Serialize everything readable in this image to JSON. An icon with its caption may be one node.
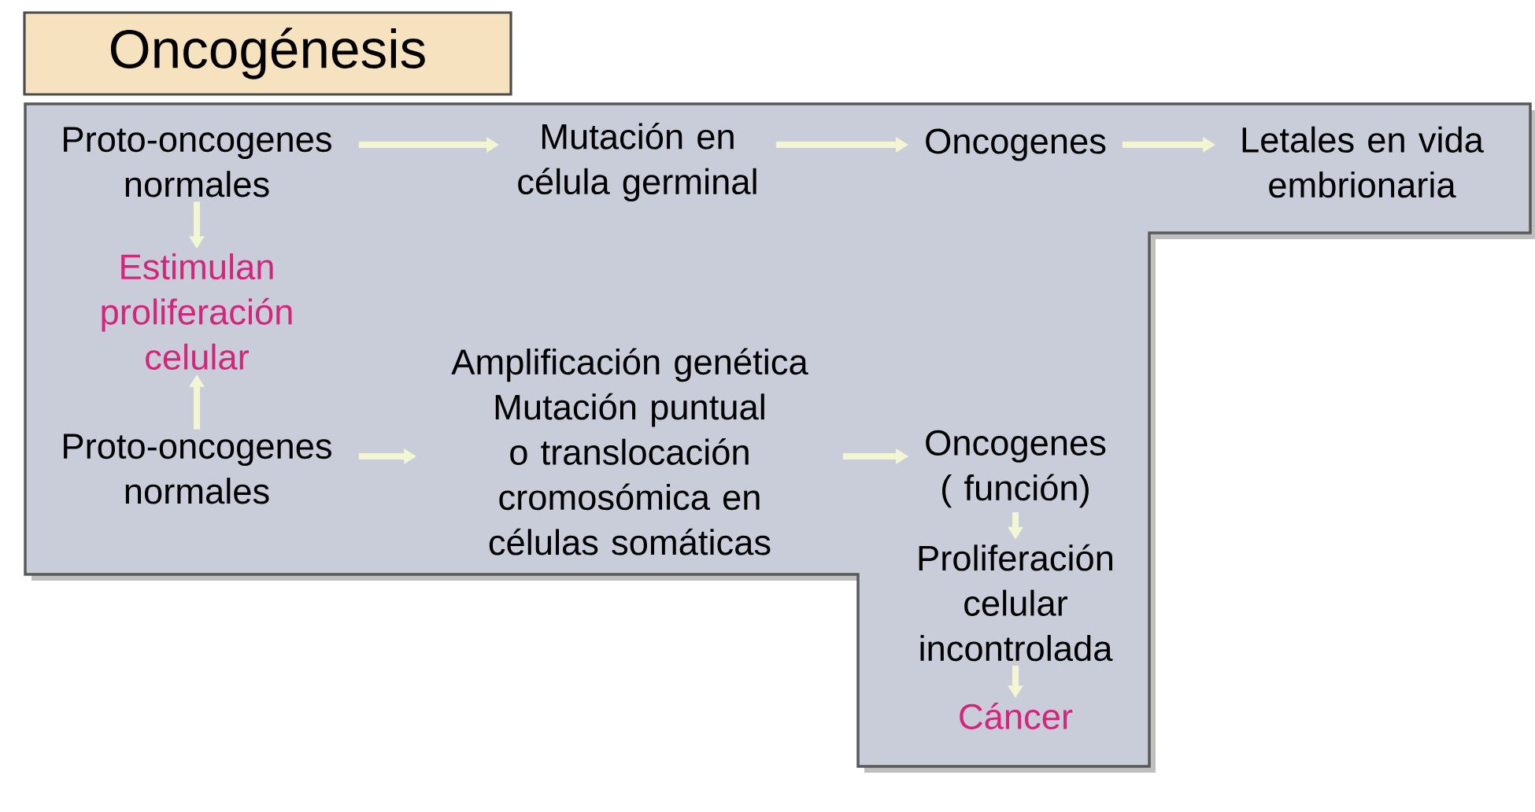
{
  "diagram": {
    "nodes": [
      {
        "text": [
          "Oncogénesis"
        ]
      },
      {
        "text": [],
        "shape": "box"
      },
      {
        "text": [
          "Proto-oncogenes normales"
        ],
        "in": 1
      },
      {
        "text": [
          "Mutación en célula germinal"
        ],
        "in": 1
      },
      {
        "text": [
          "Oncogenes"
        ],
        "in": 1
      },
      {
        "text": [
          "Letales en vida embrionaria"
        ],
        "in": 1
      },
      {
        "text": [
          "Estimulan proliferación celular"
        ],
        "in": 1
      },
      {
        "text": [
          "Proto-oncogenes normales"
        ],
        "in": 1
      },
      {
        "text": [
          "Amplificación genética Mutación puntual o translocación cromosómica en células somáticas"
        ],
        "in": 1
      },
      {
        "text": [
          "Oncogenes ( función)"
        ],
        "in": 1
      },
      {
        "text": [
          "Proliferación celular incontrolada"
        ],
        "in": 1
      },
      {
        "text": [
          "Cáncer"
        ],
        "in": 1
      }
    ],
    "edges": [
      {
        "from": 2,
        "to": 3,
        "arrow": "to"
      },
      {
        "from": 3,
        "to": 4,
        "arrow": "to"
      },
      {
        "from": 4,
        "to": 5,
        "arrow": "to"
      },
      {
        "from": 2,
        "to": 6,
        "arrow": "to"
      },
      {
        "from": 7,
        "to": 6,
        "arrow": "to"
      },
      {
        "from": 7,
        "to": 8,
        "arrow": "to"
      },
      {
        "from": 8,
        "to": 9,
        "arrow": "to"
      },
      {
        "from": 9,
        "to": 10,
        "arrow": "to"
      },
      {
        "from": 10,
        "to": 11,
        "arrow": "to"
      }
    ]
  }
}
